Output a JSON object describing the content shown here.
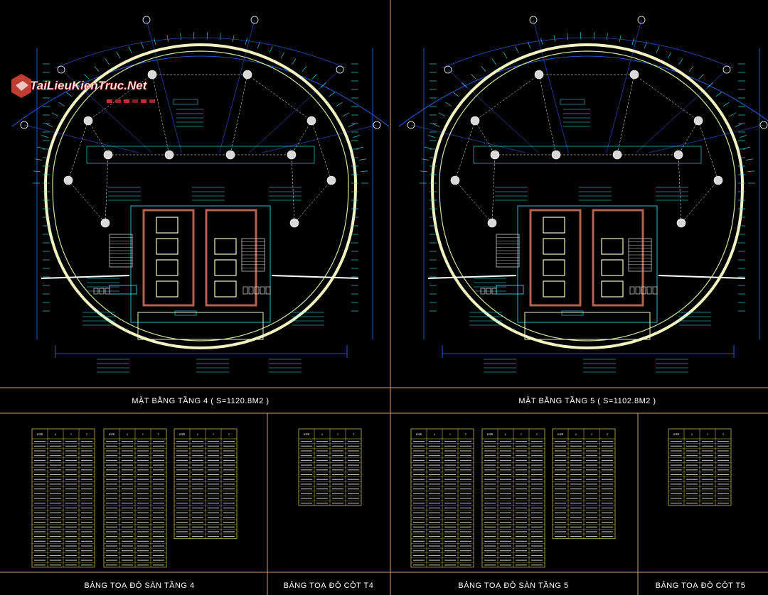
{
  "watermark": {
    "brand": "TaiLieuKienTruc.Net"
  },
  "colors": {
    "background": "#000000",
    "frame": "#d8a070",
    "dimension": "#2a6cff",
    "wall": "#f2f2c0",
    "wall_inner": "#cfe89a",
    "grid": "#ffffff",
    "column": "#d9d9d9",
    "cyan": "#3ee8ff",
    "core_fill": "#f08070",
    "stair": "#c8c8c8",
    "table_line": "#e0d060",
    "logo_red": "#e0463a"
  },
  "plans": [
    {
      "title": "MẶT BẰNG TẦNG 4 ( S=1120.8M2 )"
    },
    {
      "title": "MẶT BẰNG TẦNG 5 ( S=1102.8M2 )"
    }
  ],
  "tables": [
    {
      "caption": "BẢNG TOẠ ĐỘ SÀN TẦNG 4",
      "header": [
        "ĐIỂM",
        "X",
        "Y",
        "Z"
      ]
    },
    {
      "caption": "BẢNG TOẠ ĐỘ CỘT T4",
      "header": [
        "ĐIỂM",
        "X",
        "Y",
        "Z"
      ]
    },
    {
      "caption": "BẢNG TOẠ ĐỘ SÀN TẦNG 5",
      "header": [
        "ĐIỂM",
        "X",
        "Y",
        "Z"
      ]
    },
    {
      "caption": "BẢNG TOẠ ĐỘ CỘT T5",
      "header": [
        "ĐIỂM",
        "X",
        "Y",
        "Z"
      ]
    }
  ]
}
